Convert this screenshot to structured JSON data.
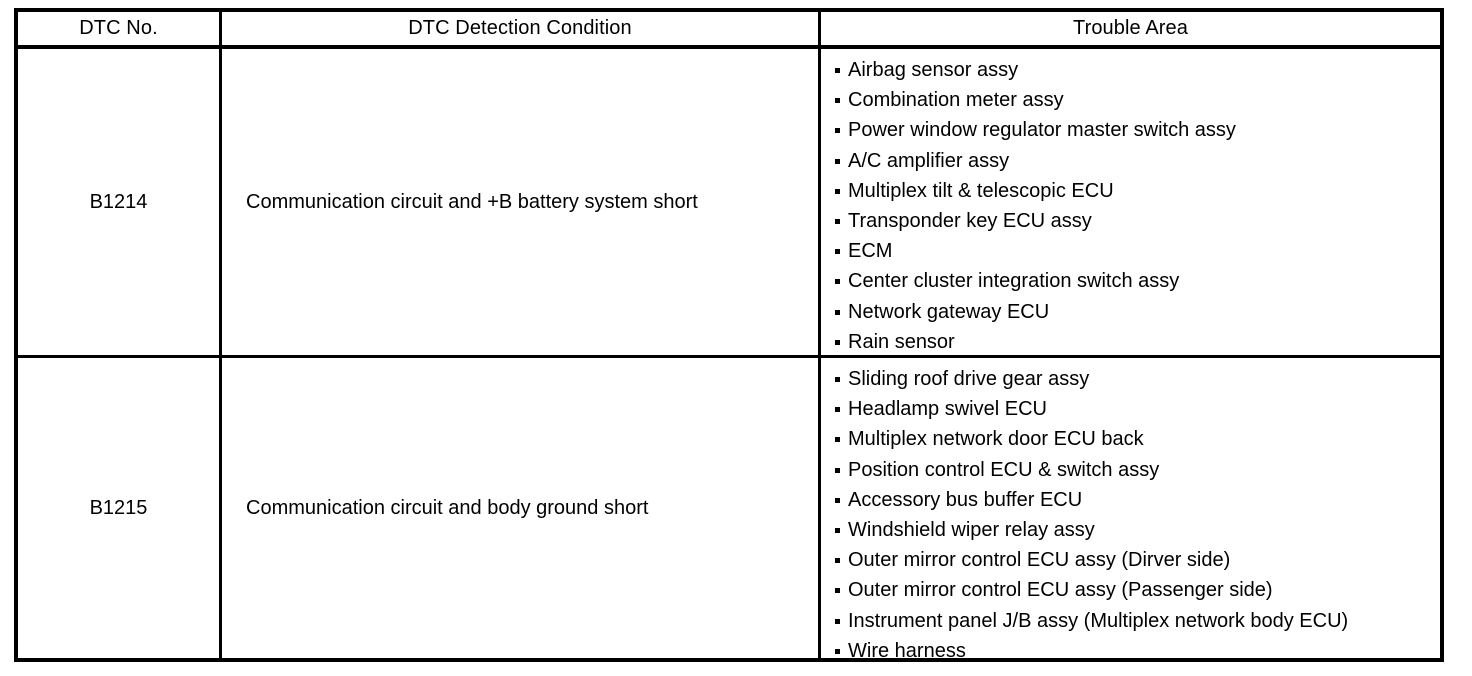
{
  "table": {
    "headers": {
      "dtc_no": "DTC No.",
      "detection_condition": "DTC Detection Condition",
      "trouble_area": "Trouble Area"
    },
    "rows": [
      {
        "dtc_no": "B1214",
        "detection_condition": "Communication circuit and +B battery system short",
        "trouble_area": [
          "Airbag sensor assy",
          "Combination meter assy",
          "Power window regulator master switch assy",
          "A/C amplifier assy",
          "Multiplex tilt & telescopic ECU",
          "Transponder key ECU assy",
          "ECM",
          "Center cluster integration switch assy",
          "Network gateway ECU",
          "Rain sensor"
        ]
      },
      {
        "dtc_no": "B1215",
        "detection_condition": "Communication circuit and body ground short",
        "trouble_area": [
          "Sliding roof drive gear assy",
          "Headlamp swivel ECU",
          "Multiplex network door ECU back",
          "Position control ECU & switch assy",
          "Accessory bus buffer ECU",
          "Windshield wiper relay assy",
          "Outer mirror control ECU assy (Dirver side)",
          "Outer mirror control ECU assy (Passenger side)",
          "Instrument panel J/B assy (Multiplex network body ECU)",
          "Wire harness"
        ]
      }
    ]
  },
  "colors": {
    "text": "#000000",
    "border": "#000000",
    "background": "#ffffff"
  }
}
